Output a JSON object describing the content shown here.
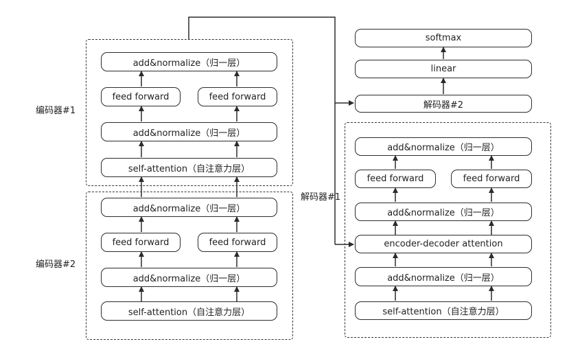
{
  "labels": {
    "encoder1": "编码器#1",
    "encoder2": "编码器#2",
    "decoder1": "解码器#1"
  },
  "encoder1": {
    "add_top": "add&normalize（归一层）",
    "ff_left": "feed forward",
    "ff_right": "feed forward",
    "add_mid": "add&normalize（归一层）",
    "self_attention": "self-attention（自注意力层）"
  },
  "encoder2": {
    "add_top": "add&normalize（归一层）",
    "ff_left": "feed forward",
    "ff_right": "feed forward",
    "add_mid": "add&normalize（归一层）",
    "self_attention": "self-attention（自注意力层）"
  },
  "output": {
    "softmax": "softmax",
    "linear": "linear",
    "decoder2": "解码器#2"
  },
  "decoder1": {
    "add_top": "add&normalize（归一层）",
    "ff_left": "feed forward",
    "ff_right": "feed forward",
    "add_upper": "add&normalize（归一层）",
    "enc_dec_attention": "encoder-decoder attention",
    "add_lower": "add&normalize（归一层）",
    "self_attention": "self-attention（自注意力层）"
  }
}
